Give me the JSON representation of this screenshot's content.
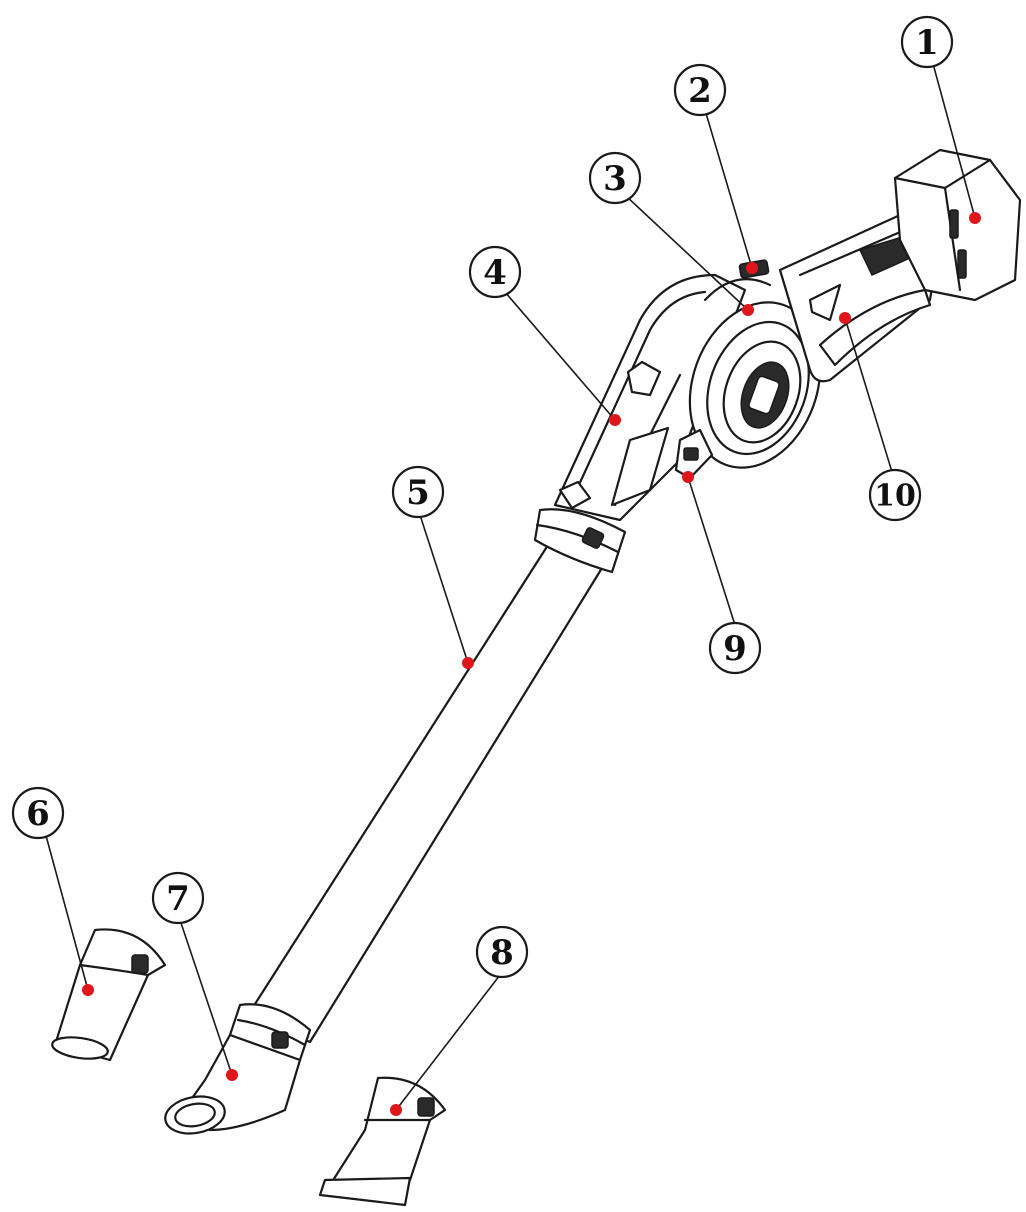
{
  "diagram": {
    "callouts": [
      {
        "id": 1,
        "label": "1"
      },
      {
        "id": 2,
        "label": "2"
      },
      {
        "id": 3,
        "label": "3"
      },
      {
        "id": 4,
        "label": "4"
      },
      {
        "id": 5,
        "label": "5"
      },
      {
        "id": 6,
        "label": "6"
      },
      {
        "id": 7,
        "label": "7"
      },
      {
        "id": 8,
        "label": "8"
      },
      {
        "id": 9,
        "label": "9"
      },
      {
        "id": 10,
        "label": "10"
      }
    ],
    "colors": {
      "line": "#1a1a1a",
      "marker": "#e0161b",
      "background": "#ffffff"
    }
  }
}
